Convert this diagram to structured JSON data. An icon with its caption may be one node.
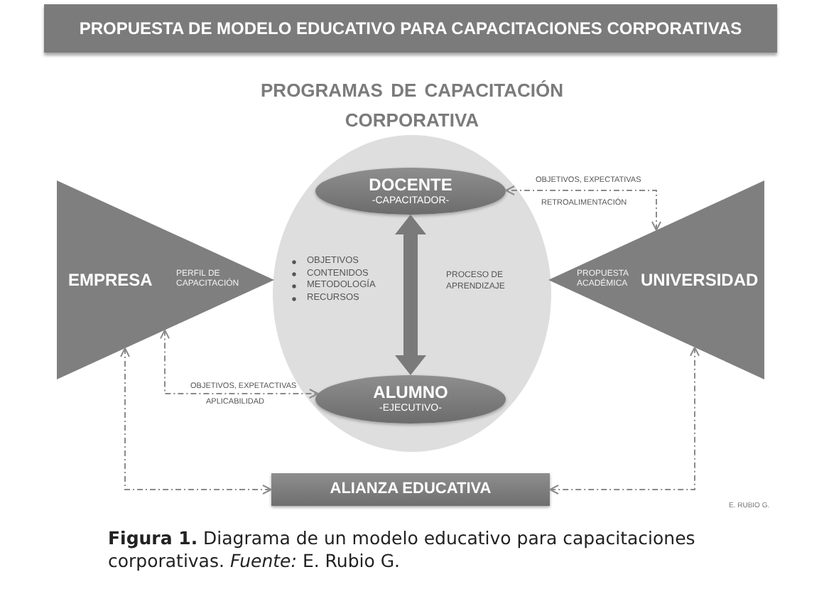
{
  "diagram": {
    "title": "PROPUESTA DE MODELO EDUCATIVO PARA CAPACITACIONES CORPORATIVAS",
    "nodes": [
      {
        "text": [
          "PROGRAMAS DE CAPACITACIÓN CORPORATIVA",
          "OBJETIVOS",
          "CONTENIDOS",
          "METODOLOGÍA",
          "RECURSOS"
        ]
      },
      {
        "text": [
          "DOCENTE",
          "-CAPACITADOR-"
        ],
        "in": 0
      },
      {
        "text": [
          "EMPRESA",
          "PERFIL DE CAPACITACIÓN"
        ]
      },
      {
        "text": [
          "PROPUESTA ACADÉMICA",
          "UNIVERSIDAD"
        ]
      },
      {
        "text": [
          "ALUMNO",
          "-EJECUTIVO-"
        ],
        "in": 0
      },
      {
        "text": [
          "ALIANZA EDUCATIVA"
        ]
      }
    ],
    "edges": [
      {
        "from": 3,
        "to": 1,
        "arrow": "both",
        "style": "dashed",
        "label": "OBJETIVOS, EXPECTATIVAS"
      },
      {
        "from": 1,
        "to": 4,
        "arrow": "both",
        "style": "thick",
        "label": "PROCESO DE APRENDIZAJE"
      },
      {
        "from": 2,
        "to": 4,
        "arrow": "both",
        "style": "dashed",
        "label": "OBJETIVOS, EXPETACTIVAS"
      },
      {
        "from": 2,
        "to": 5,
        "arrow": "both",
        "style": "dashed"
      },
      {
        "from": 3,
        "to": 5,
        "arrow": "both",
        "style": "dashed"
      }
    ],
    "labels": [
      "RETROALIMENTACIÓN",
      "APLICABILIDAD",
      "E. RUBIO G."
    ],
    "caption": "**Figura 1.** Diagrama de un modelo educativo para capacitaciones corporativas. *Fuente:* E. Rubio G."
  }
}
